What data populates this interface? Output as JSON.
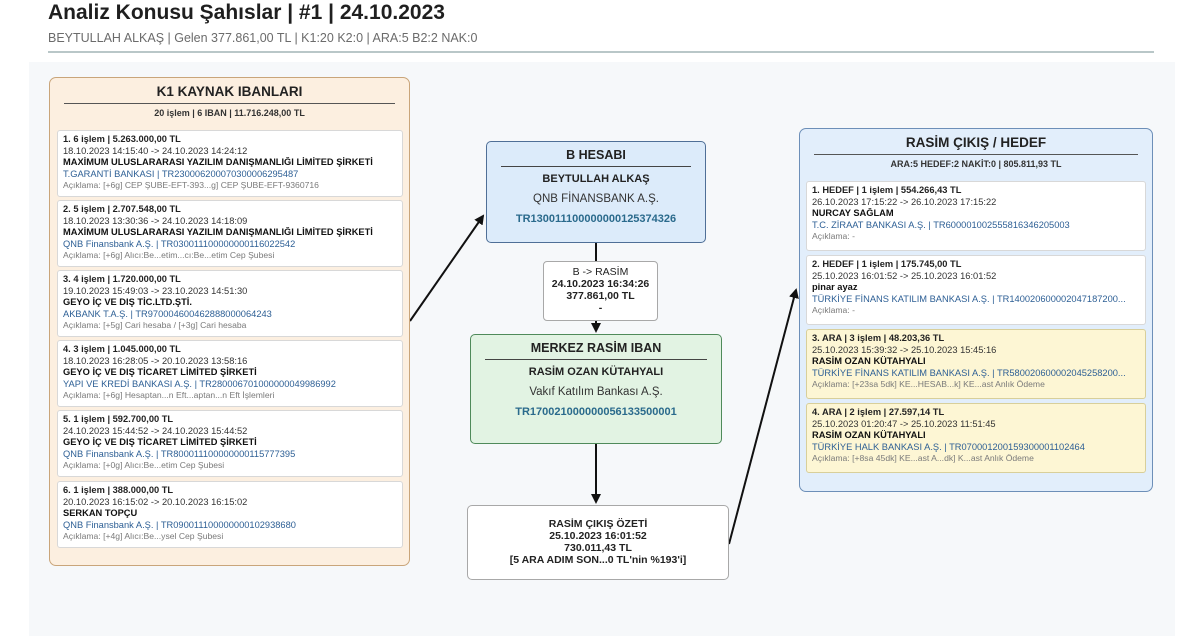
{
  "header": {
    "title": "Analiz Konusu Şahıslar | #1 | 24.10.2023",
    "subtitle": "BEYTULLAH ALKAŞ | Gelen 377.861,00 TL | K1:20 K2:0 | ARA:5 B2:2 NAK:0"
  },
  "k1_panel": {
    "title": "K1 KAYNAK IBANLARI",
    "summary": "20 işlem | 6 IBAN | 11.716.248,00 TL",
    "items": [
      {
        "head": "1. 6 işlem | 5.263.000,00 TL",
        "dates": "18.10.2023 14:15:40 -> 24.10.2023 14:24:12",
        "name": "MAXİMUM ULUSLARARASI YAZILIM DANIŞMANLIĞI LİMİTED ŞİRKETİ",
        "bank": "T.GARANTİ BANKASI | TR230006200070300006295487",
        "desc": "Açıklama: [+6g] CEP ŞUBE-EFT-393...g] CEP ŞUBE-EFT-9360716"
      },
      {
        "head": "2. 5 işlem | 2.707.548,00 TL",
        "dates": "18.10.2023 13:30:36 -> 24.10.2023 14:18:09",
        "name": "MAXİMUM ULUSLARARASI YAZILIM DANIŞMANLIĞI LİMİTED ŞİRKETİ",
        "bank": "QNB Finansbank A.Ş. | TR030011100000000116022542",
        "desc": "Açıklama: [+6g] Alıcı:Be...etim...cı:Be...etim Cep Şubesi"
      },
      {
        "head": "3. 4 işlem | 1.720.000,00 TL",
        "dates": "19.10.2023 15:49:03 -> 23.10.2023 14:51:30",
        "name": "GEYO İÇ VE DIŞ TİC.LTD.ŞTİ.",
        "bank": "AKBANK T.A.Ş. | TR970004600462888000064243",
        "desc": "Açıklama: [+5g] Cari hesaba / [+3g] Cari hesaba"
      },
      {
        "head": "4. 3 işlem | 1.045.000,00 TL",
        "dates": "18.10.2023 16:28:05 -> 20.10.2023 13:58:16",
        "name": "GEYO İÇ VE DIŞ TİCARET LİMİTED ŞİRKETİ",
        "bank": "YAPI VE KREDİ BANKASI A.Ş. | TR280006701000000049986992",
        "desc": "Açıklama: [+6g] Hesaptan...n Eft...aptan...n Eft İşlemleri"
      },
      {
        "head": "5. 1 işlem | 592.700,00 TL",
        "dates": "24.10.2023 15:44:52 -> 24.10.2023 15:44:52",
        "name": "GEYO İÇ VE DIŞ TİCARET LİMİTED ŞİRKETİ",
        "bank": "QNB Finansbank A.Ş. | TR800011100000000115777395",
        "desc": "Açıklama: [+0g] Alıcı:Be...etim Cep Şubesi"
      },
      {
        "head": "6. 1 işlem | 388.000,00 TL",
        "dates": "20.10.2023 16:15:02 -> 20.10.2023 16:15:02",
        "name": "SERKAN TOPÇU",
        "bank": "QNB Finansbank A.Ş. | TR090011100000000102938680",
        "desc": "Açıklama: [+4g] Alıcı:Be...ysel Cep Şubesi"
      }
    ]
  },
  "b_box": {
    "title": "B HESABI",
    "name": "BEYTULLAH ALKAŞ",
    "bank": "QNB FİNANSBANK A.Ş.",
    "iban": "TR130011100000000125374326"
  },
  "transfer": {
    "line1": "B -> RASİM",
    "line2": "24.10.2023 16:34:26",
    "line3": "377.861,00 TL",
    "line4": "-"
  },
  "merkez_box": {
    "title": "MERKEZ RASİM IBAN",
    "name": "RASİM OZAN KÜTAHYALI",
    "bank": "Vakıf Katılım Bankası A.Ş.",
    "iban": "TR170021000000056133500001"
  },
  "ozet": {
    "line1": "RASİM ÇIKIŞ ÖZETİ",
    "line2": "25.10.2023 16:01:52",
    "line3": "730.011,43 TL",
    "line4": "[5 ARA ADIM SON...0 TL'nin %193'i]"
  },
  "hedef_panel": {
    "title": "RASİM ÇIKIŞ / HEDEF",
    "summary": "ARA:5 HEDEF:2 NAKİT:0 | 805.811,93 TL",
    "items": [
      {
        "type": "hedef",
        "head": "1. HEDEF | 1 işlem | 554.266,43 TL",
        "dates": "26.10.2023 17:15:22 -> 26.10.2023 17:15:22",
        "name": "NURCAY SAĞLAM",
        "bank": "T.C. ZİRAAT BANKASI A.Ş. | TR600001002555816346205003",
        "desc": "Açıklama: -"
      },
      {
        "type": "hedef",
        "head": "2. HEDEF | 1 işlem | 175.745,00 TL",
        "dates": "25.10.2023 16:01:52 -> 25.10.2023 16:01:52",
        "name": "pinar ayaz",
        "bank": "TÜRKİYE FİNANS KATILIM BANKASI A.Ş. | TR140020600002047187200...",
        "desc": "Açıklama: -"
      },
      {
        "type": "ara",
        "head": "3. ARA | 3 işlem | 48.203,36 TL",
        "dates": "25.10.2023 15:39:32 -> 25.10.2023 15:45:16",
        "name": "RASİM OZAN KÜTAHYALI",
        "bank": "TÜRKİYE FİNANS KATILIM BANKASI A.Ş. | TR580020600002045258200...",
        "desc": "Açıklama: [+23sa 5dk] KE...HESAB...k] KE...ast Anlık Ödeme"
      },
      {
        "type": "ara",
        "head": "4. ARA | 2 işlem | 27.597,14 TL",
        "dates": "25.10.2023 01:20:47 -> 25.10.2023 11:51:45",
        "name": "RASİM OZAN KÜTAHYALI",
        "bank": "TÜRKİYE HALK BANKASI A.Ş. | TR070001200159300001102464",
        "desc": "Açıklama: [+8sa 45dk] KE...ast A...dk] K...ast Anlık Ödeme"
      }
    ]
  }
}
